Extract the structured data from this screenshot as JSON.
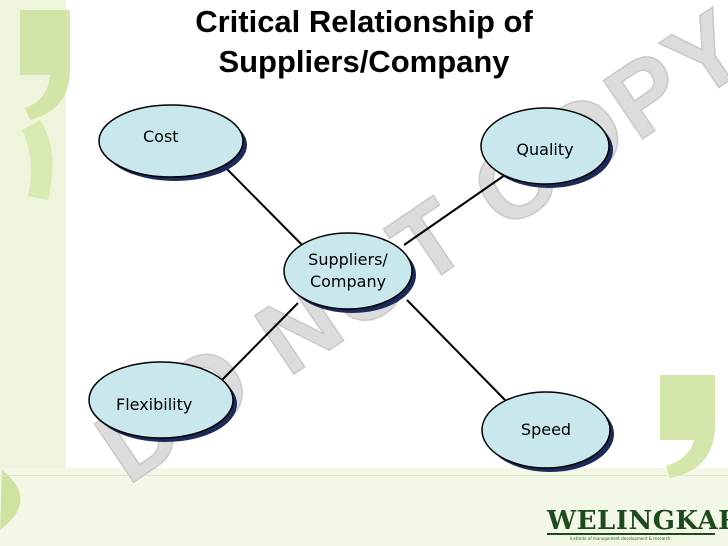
{
  "title": {
    "line1": "Critical Relationship of",
    "line2": "Suppliers/Company"
  },
  "watermark": "DO NOT COPY",
  "diagram": {
    "center": {
      "line1": "Suppliers/",
      "line2": "Company"
    },
    "nodes": {
      "cost": "Cost",
      "quality": "Quality",
      "flexibility": "Flexibility",
      "speed": "Speed"
    }
  },
  "footer": {
    "brand": "WELINGKAR",
    "tagline": "Institute of management development & research"
  },
  "colors": {
    "bubble_fill": "#c9e8ee",
    "bubble_stroke": "#000000",
    "bubble_shadow": "#1c2a5a",
    "accent_green": "#cfe3a0",
    "watermark": "#d8d8d8"
  }
}
